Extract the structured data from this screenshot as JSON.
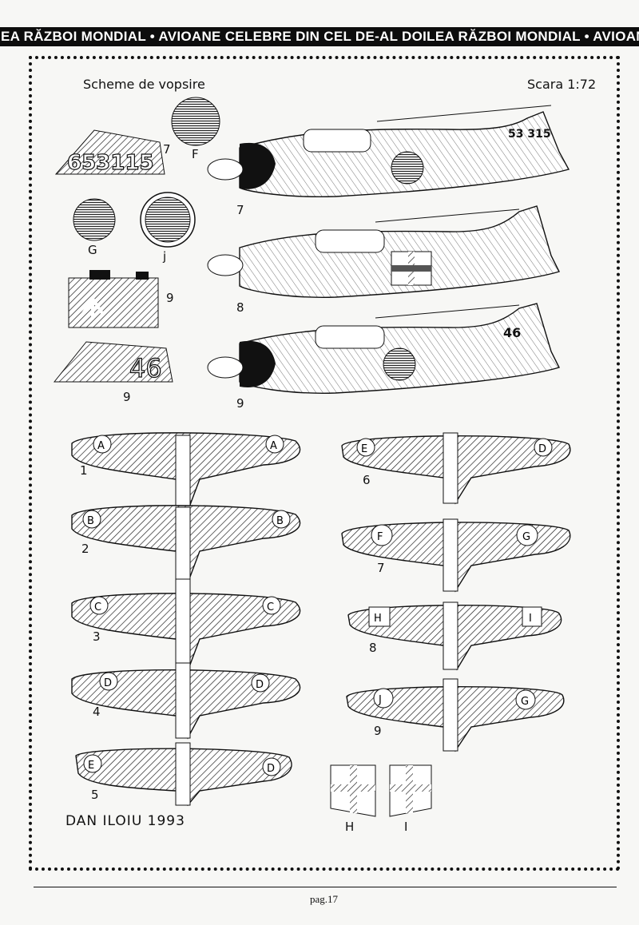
{
  "banner": {
    "text": ".EA RĂZBOI  MONDIAL • AVIOANE CELEBRE DIN CEL DE-AL DOILEA RĂZBOI  MONDIAL • AVIOAN"
  },
  "header": {
    "title": "Scheme de  vopsire",
    "scale": "Scara 1:72"
  },
  "markings": {
    "tail_7": "653115",
    "label_7": "7",
    "label_F": "F",
    "label_G": "G",
    "label_j": "j",
    "label_9a": "9",
    "label_9b": "9",
    "tail_9": "46"
  },
  "profiles": [
    {
      "label": "7",
      "code": "53 315"
    },
    {
      "label": "8"
    },
    {
      "label": "9",
      "code": "46"
    }
  ],
  "wings_left": [
    {
      "label": "1",
      "marks": [
        "A",
        "A"
      ]
    },
    {
      "label": "2",
      "marks": [
        "B",
        "B"
      ]
    },
    {
      "label": "3",
      "marks": [
        "C",
        "C"
      ]
    },
    {
      "label": "4",
      "marks": [
        "D",
        "D"
      ]
    },
    {
      "label": "5",
      "marks": [
        "E",
        "D"
      ]
    }
  ],
  "wings_right": [
    {
      "label": "6",
      "marks": [
        "E",
        "D"
      ]
    },
    {
      "label": "7",
      "marks": [
        "F",
        "G"
      ]
    },
    {
      "label": "8",
      "marks": [
        "H",
        "I"
      ]
    },
    {
      "label": "9",
      "marks": [
        "J",
        "G"
      ]
    }
  ],
  "flags": {
    "left": "H",
    "right": "I"
  },
  "author": "DAN  ILOIU  1993",
  "footer": {
    "page": "pag.17"
  }
}
